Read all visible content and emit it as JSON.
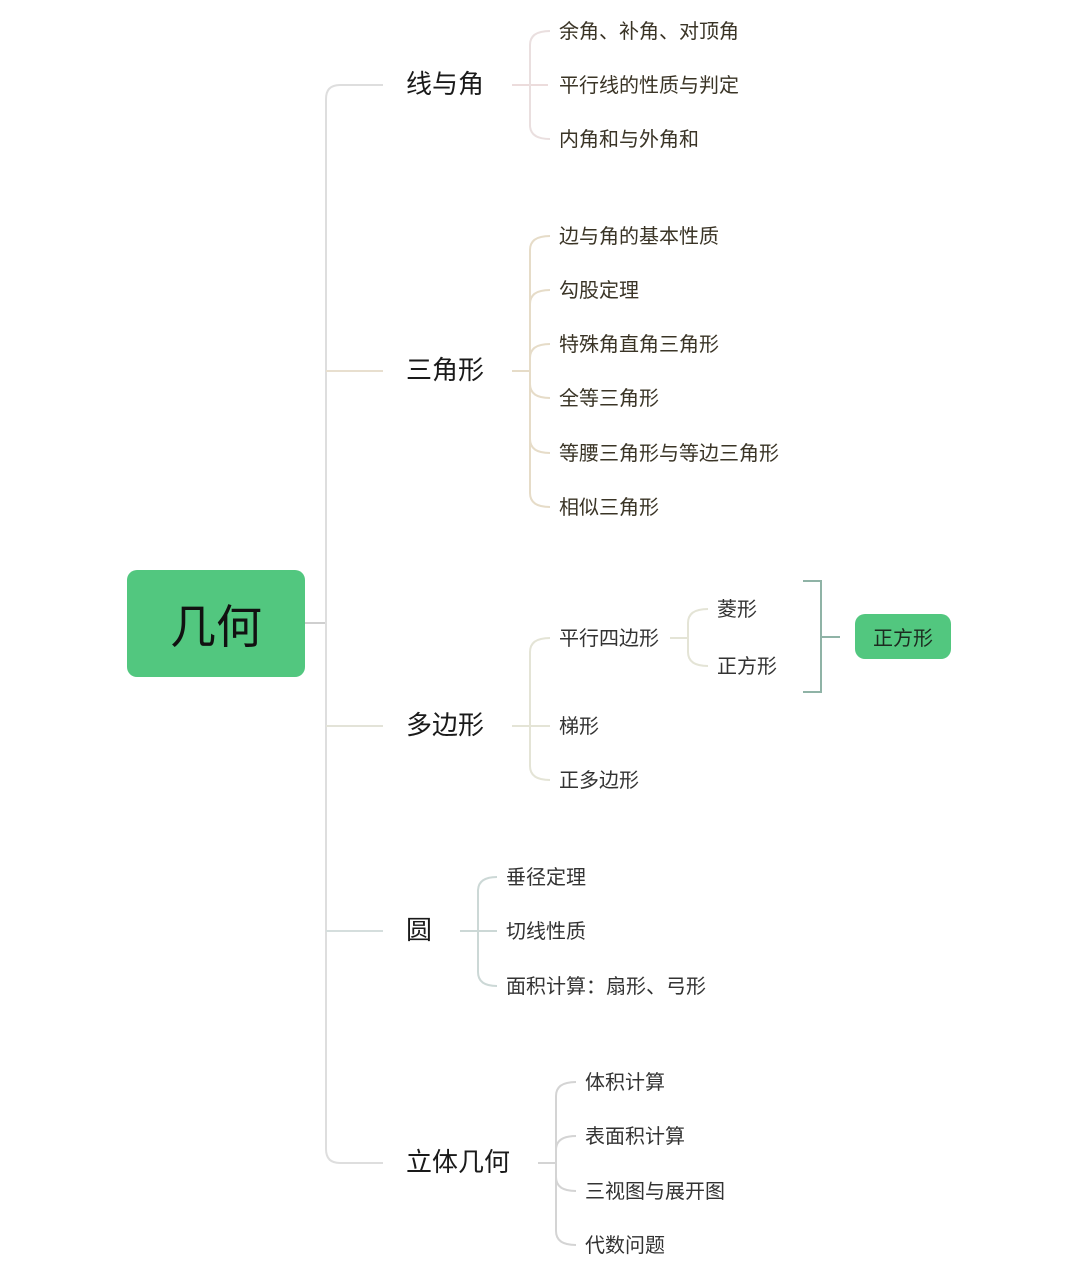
{
  "root": {
    "label": "几何",
    "color": "#52c77f"
  },
  "branches": [
    {
      "label": "线与角",
      "children": [
        "余角、补角、对顶角",
        "平行线的性质与判定",
        "内角和与外角和"
      ]
    },
    {
      "label": "三角形",
      "children": [
        "边与角的基本性质",
        "勾股定理",
        "特殊角直角三角形",
        "全等三角形",
        "等腰三角形与等边三角形",
        "相似三角形"
      ]
    },
    {
      "label": "多边形",
      "children": [
        {
          "label": "平行四边形",
          "children": [
            "菱形",
            "正方形"
          ],
          "summary": "正方形"
        },
        {
          "label": "梯形"
        },
        {
          "label": "正多边形"
        }
      ]
    },
    {
      "label": "圆",
      "children": [
        "垂径定理",
        "切线性质",
        "面积计算：扇形、弓形"
      ]
    },
    {
      "label": "立体几何",
      "children": [
        "体积计算",
        "表面积计算",
        "三视图与展开图",
        "代数问题"
      ]
    }
  ],
  "colors": {
    "trunk_line": "#d8d8d8",
    "branch_line_warm": "#e6dcc8",
    "branch_line_cool": "#c9d6d6",
    "summary_bracket": "#8fb3a6",
    "node_fill": "#52c77f"
  }
}
